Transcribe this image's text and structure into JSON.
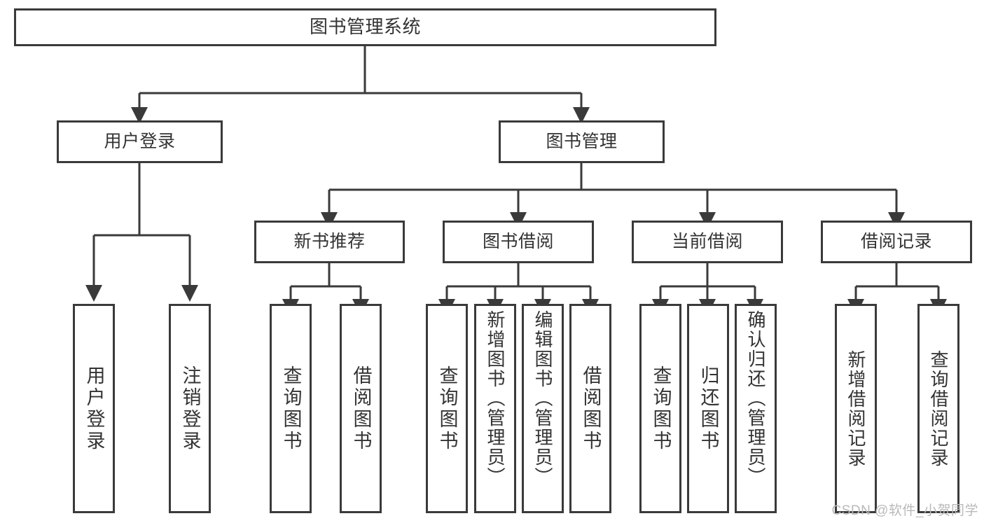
{
  "diagram": {
    "type": "tree",
    "title": "图书管理系统",
    "root": {
      "label": "图书管理系统"
    },
    "level1": [
      {
        "id": "user-login",
        "label": "用户登录"
      },
      {
        "id": "book-management",
        "label": "图书管理"
      }
    ],
    "level2": [
      {
        "id": "new-book-recommend",
        "label": "新书推荐",
        "parent": "book-management"
      },
      {
        "id": "book-borrow",
        "label": "图书借阅",
        "parent": "book-management"
      },
      {
        "id": "current-borrow",
        "label": "当前借阅",
        "parent": "book-management"
      },
      {
        "id": "borrow-record",
        "label": "借阅记录",
        "parent": "book-management"
      }
    ],
    "leaves": [
      {
        "id": "leaf-user-login",
        "label": "用户登录",
        "parent": "user-login"
      },
      {
        "id": "leaf-logout",
        "label": "注销登录",
        "parent": "user-login"
      },
      {
        "id": "leaf-query-book-1",
        "label": "查询图书",
        "parent": "new-book-recommend"
      },
      {
        "id": "leaf-borrow-book-1",
        "label": "借阅图书",
        "parent": "new-book-recommend"
      },
      {
        "id": "leaf-query-book-2",
        "label": "查询图书",
        "parent": "book-borrow"
      },
      {
        "id": "leaf-add-book",
        "label": "新增图书（管理员）",
        "parent": "book-borrow"
      },
      {
        "id": "leaf-edit-book",
        "label": "编辑图书（管理员）",
        "parent": "book-borrow"
      },
      {
        "id": "leaf-borrow-book-2",
        "label": "借阅图书",
        "parent": "book-borrow"
      },
      {
        "id": "leaf-query-book-3",
        "label": "查询图书",
        "parent": "current-borrow"
      },
      {
        "id": "leaf-return-book",
        "label": "归还图书",
        "parent": "current-borrow"
      },
      {
        "id": "leaf-confirm-return",
        "label": "确认归还（管理员）",
        "parent": "current-borrow"
      },
      {
        "id": "leaf-add-record",
        "label": "新增借阅记录",
        "parent": "borrow-record"
      },
      {
        "id": "leaf-query-record",
        "label": "查询借阅记录",
        "parent": "borrow-record"
      }
    ],
    "colors": {
      "border": "#3a3a3a",
      "text": "#333333",
      "background": "#ffffff",
      "watermark": "#b9b9b9"
    }
  },
  "watermark": {
    "text": "CSDN @软件_小贺同学"
  }
}
